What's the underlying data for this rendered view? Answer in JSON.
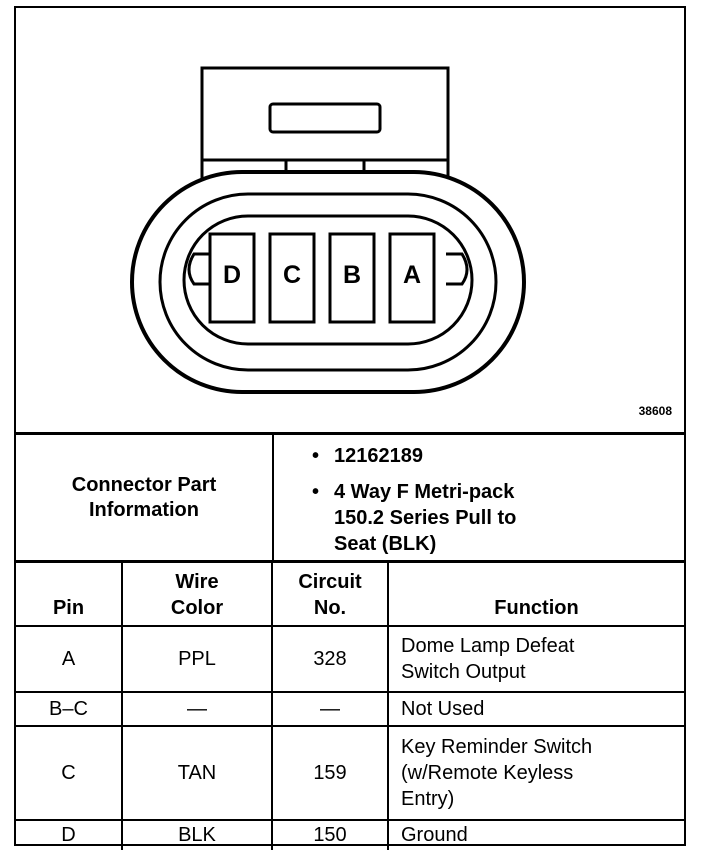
{
  "figure": {
    "number": "38608",
    "connector_pins": [
      "D",
      "C",
      "B",
      "A"
    ]
  },
  "connector_info": {
    "label": "Connector Part\nInformation",
    "items": [
      "12162189",
      "4 Way F Metri-pack\n150.2 Series Pull to\nSeat (BLK)"
    ]
  },
  "pin_table": {
    "headers": {
      "pin": "Pin",
      "wire_color": "Wire\nColor",
      "circuit_no": "Circuit\nNo.",
      "function": "Function"
    },
    "rows": [
      {
        "pin": "A",
        "wire_color": "PPL",
        "circuit_no": "328",
        "function": "Dome Lamp Defeat\nSwitch Output"
      },
      {
        "pin": "B–C",
        "wire_color": "—",
        "circuit_no": "—",
        "function": "Not Used"
      },
      {
        "pin": "C",
        "wire_color": "TAN",
        "circuit_no": "159",
        "function": "Key Reminder Switch\n(w/Remote Keyless\nEntry)"
      },
      {
        "pin": "D",
        "wire_color": "BLK",
        "circuit_no": "150",
        "function": "Ground"
      }
    ]
  }
}
